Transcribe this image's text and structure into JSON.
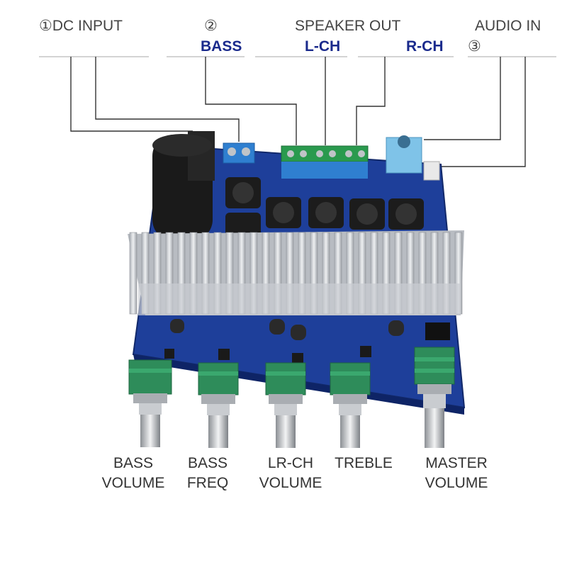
{
  "top_labels": {
    "dc_input": "①DC INPUT",
    "bass_num": "②",
    "bass": "BASS",
    "speaker_out": "SPEAKER OUT",
    "l_ch": "L-CH",
    "r_ch": "R-CH",
    "audio_in": "AUDIO IN",
    "audio_num": "③"
  },
  "knob_labels": [
    {
      "line1": "BASS",
      "line2": "VOLUME"
    },
    {
      "line1": "BASS",
      "line2": "FREQ"
    },
    {
      "line1": "LR-CH",
      "line2": "VOLUME"
    },
    {
      "line1": "TREBLE",
      "line2": ""
    },
    {
      "line1": "MASTER",
      "line2": "VOLUME"
    }
  ],
  "colors": {
    "pcb": "#1e3f9a",
    "heatsink": "#c9ccd2",
    "terminal": "#2f7fd0",
    "pot": "#2e8c5a",
    "line": "#333333"
  }
}
